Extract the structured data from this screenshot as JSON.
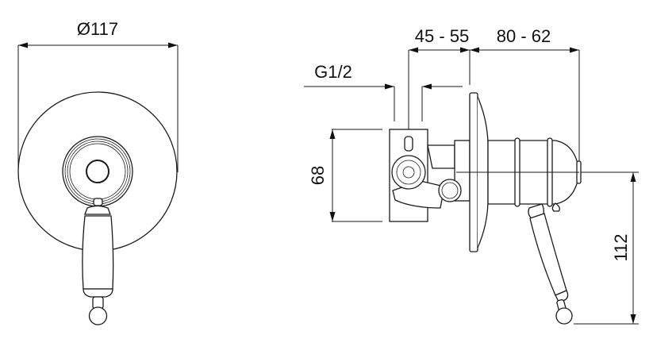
{
  "front_view": {
    "diameter_label": "Ø117"
  },
  "side_view": {
    "thread_label": "G1/2",
    "depth_body_label": "45 - 55",
    "depth_projection_label": "80 - 62",
    "body_height_label": "68",
    "handle_drop_label": "112"
  },
  "colors": {
    "line": "#1a1a1a",
    "background": "#ffffff"
  }
}
